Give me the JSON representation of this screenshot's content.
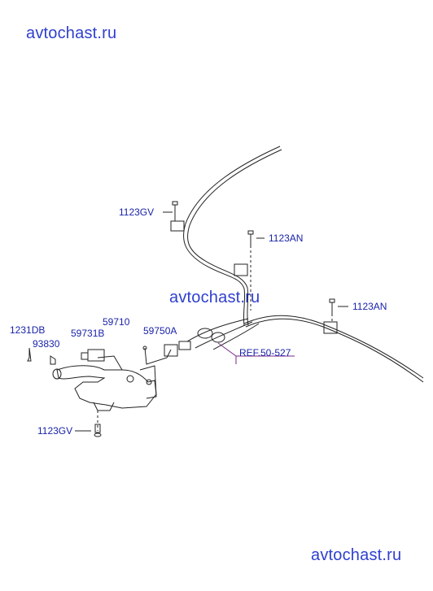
{
  "watermarks": [
    "avtochast.ru",
    "avtochast.ru",
    "avtochast.ru"
  ],
  "parts": {
    "bolt_top_left": "1123GV",
    "bolt_mid": "1123AN",
    "bolt_right": "1123AN",
    "p_1231DB": "1231DB",
    "p_93830": "93830",
    "p_59731B": "59731B",
    "p_59710": "59710",
    "p_59750A": "59750A",
    "bolt_bottom": "1123GV"
  },
  "reference": "REF.50-527",
  "colors": {
    "label": "#1a23a8",
    "watermark": "#2f3fd0",
    "line": "#222222"
  }
}
